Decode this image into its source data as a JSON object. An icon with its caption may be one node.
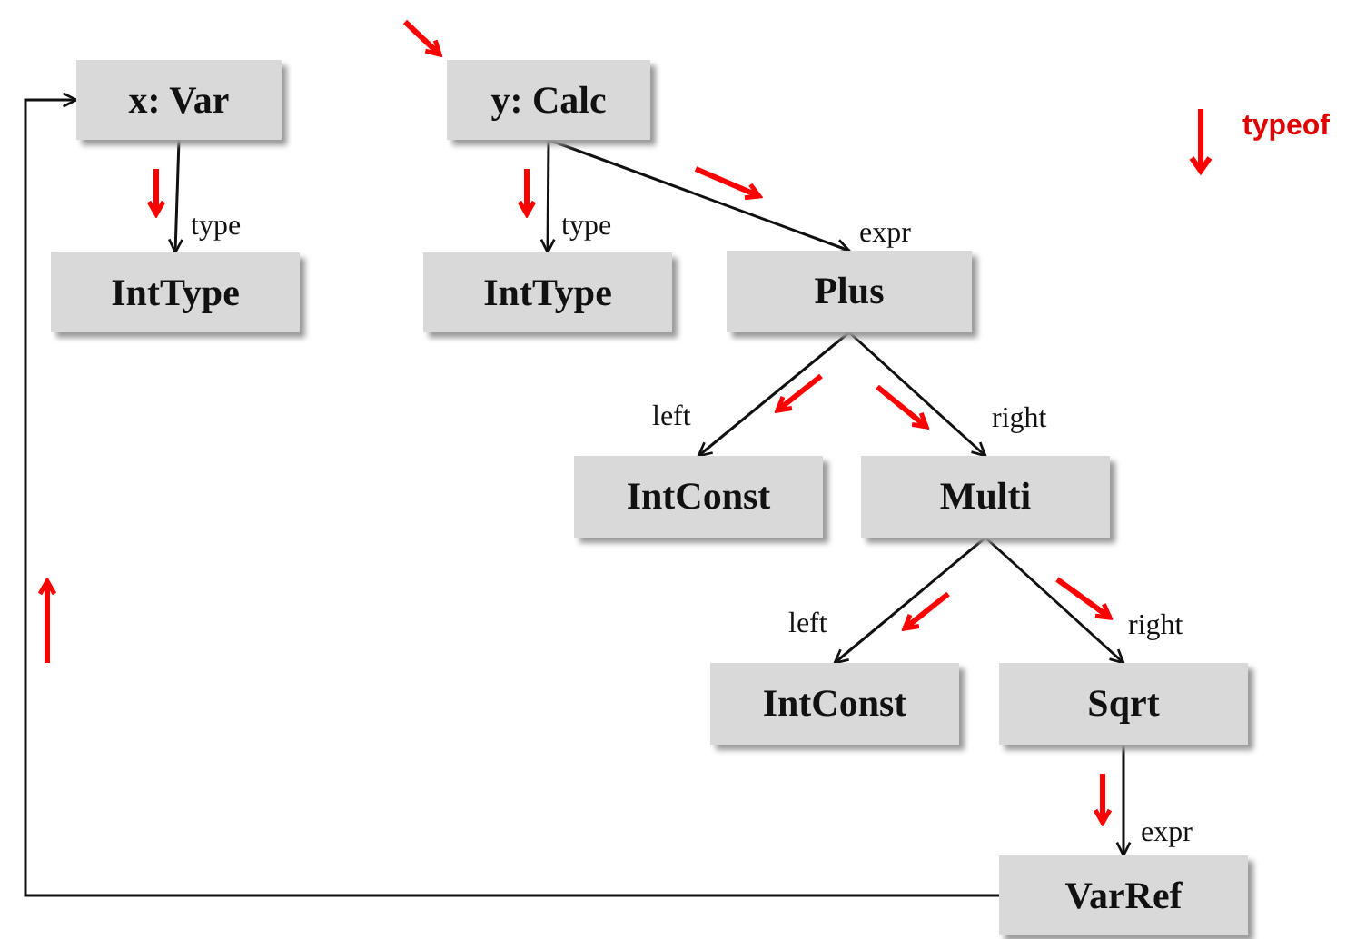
{
  "diagram": {
    "nodes": [
      {
        "text": [
          "x: Var"
        ]
      },
      {
        "text": [
          "IntType"
        ]
      },
      {
        "text": [
          "y: Calc"
        ]
      },
      {
        "text": [
          "IntType"
        ]
      },
      {
        "text": [
          "Plus"
        ]
      },
      {
        "text": [
          "IntConst"
        ]
      },
      {
        "text": [
          "Multi"
        ]
      },
      {
        "text": [
          "IntConst"
        ]
      },
      {
        "text": [
          "Sqrt"
        ]
      },
      {
        "text": [
          "VarRef"
        ]
      }
    ],
    "edges": [
      {
        "from": 0,
        "to": 1,
        "arrow": "to",
        "label": "type"
      },
      {
        "from": 2,
        "to": 3,
        "arrow": "to",
        "label": "type"
      },
      {
        "from": 2,
        "to": 4,
        "arrow": "to",
        "label": "expr"
      },
      {
        "from": 4,
        "to": 5,
        "arrow": "to",
        "label": "left"
      },
      {
        "from": 4,
        "to": 6,
        "arrow": "to",
        "label": "right"
      },
      {
        "from": 6,
        "to": 7,
        "arrow": "to",
        "label": "left"
      },
      {
        "from": 6,
        "to": 8,
        "arrow": "to",
        "label": "right"
      },
      {
        "from": 8,
        "to": 9,
        "arrow": "to",
        "label": "expr"
      },
      {
        "from": 9,
        "to": 0,
        "arrow": "to"
      }
    ],
    "legend": [
      {
        "text": "typeof"
      }
    ]
  }
}
